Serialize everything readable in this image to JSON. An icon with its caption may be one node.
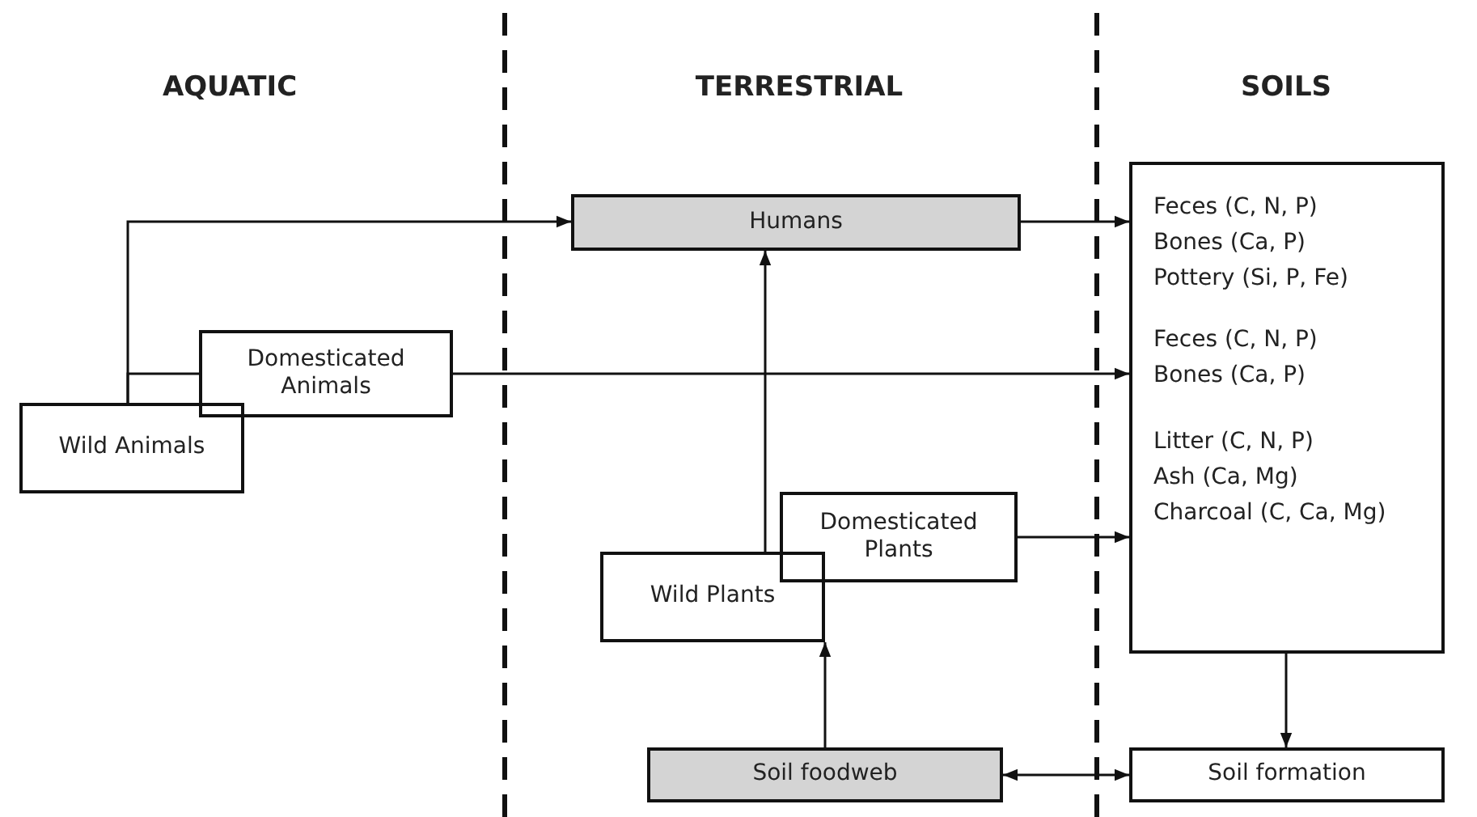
{
  "diagram": {
    "nodes": [
      {
        "text": [
          "Humans"
        ]
      },
      {
        "text": [
          "Domesticated Animals"
        ]
      },
      {
        "text": [
          "Wild Animals"
        ]
      },
      {
        "text": [
          "Wild Plants"
        ]
      },
      {
        "text": [
          "Domesticated Plants"
        ]
      },
      {
        "text": [
          "Soil foodweb"
        ]
      },
      {
        "text": [
          "Feces (C, N, P)",
          "Bones (Ca, P)",
          "Pottery (Si, P, Fe)",
          "Feces (C, N, P)",
          "Bones (Ca, P)",
          "Litter (C, N, P)",
          "Ash (Ca, Mg)",
          "Charcoal (C, Ca, Mg)"
        ]
      },
      {
        "text": [
          "Soil formation"
        ]
      }
    ],
    "edges": [
      {
        "from": 2,
        "to": 0,
        "arrow": "to"
      },
      {
        "from": 2,
        "to": 1,
        "arrow": "none"
      },
      {
        "from": 0,
        "to": 6,
        "arrow": "to"
      },
      {
        "from": 1,
        "to": 6,
        "arrow": "to"
      },
      {
        "from": 3,
        "to": 0,
        "arrow": "to"
      },
      {
        "from": 4,
        "to": 6,
        "arrow": "to"
      },
      {
        "from": 5,
        "to": 3,
        "arrow": "to"
      },
      {
        "from": 5,
        "to": 7,
        "arrow": "both"
      },
      {
        "from": 6,
        "to": 7,
        "arrow": "to"
      }
    ],
    "labels": [
      "AQUATIC",
      "TERRESTRIAL",
      "SOILS"
    ]
  }
}
